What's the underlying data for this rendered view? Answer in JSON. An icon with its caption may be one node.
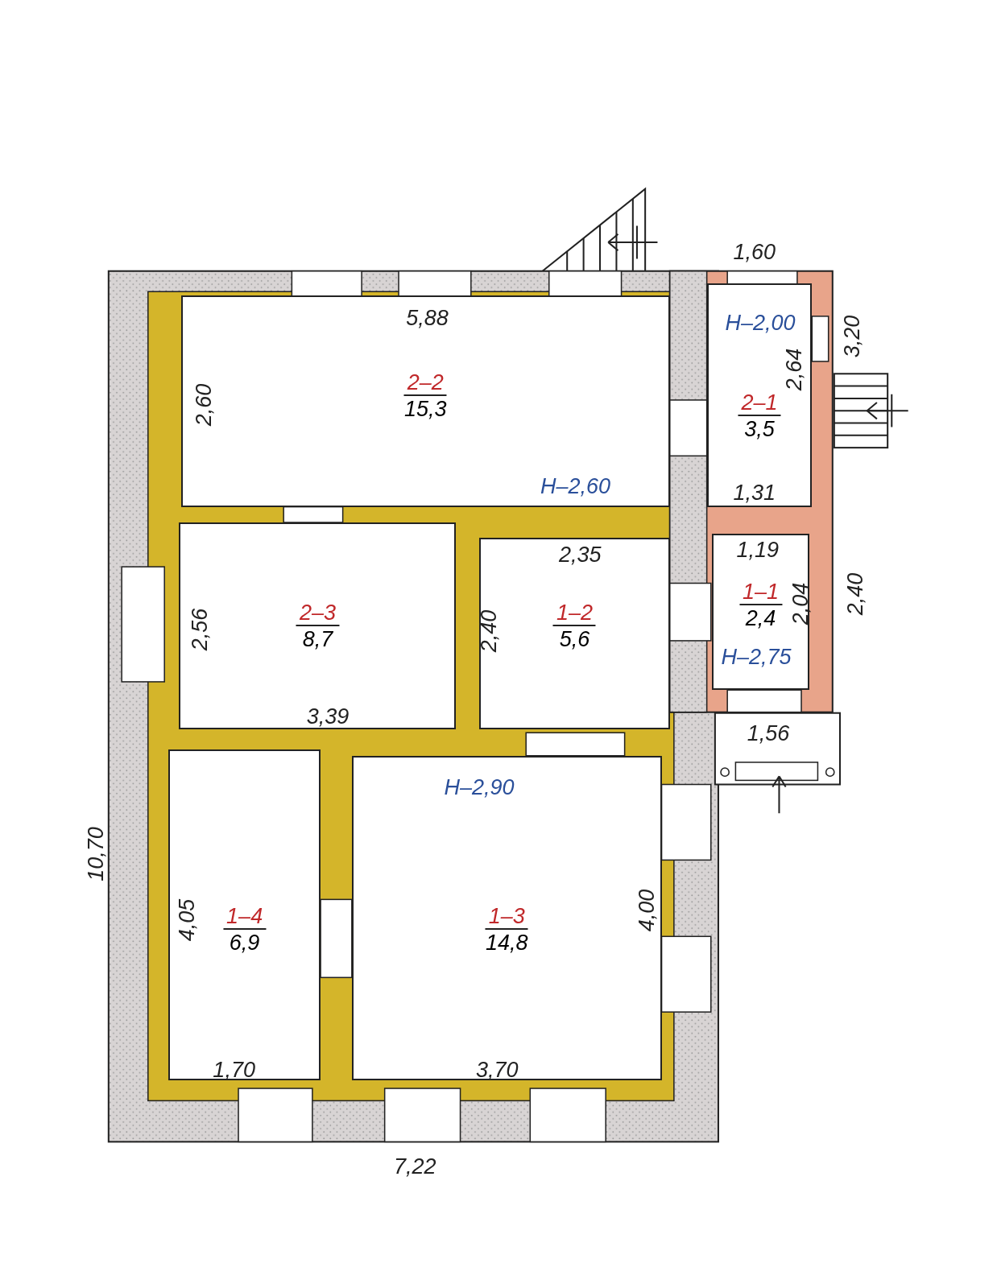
{
  "diagram": {
    "nodes": [
      {
        "text": [
          "2–2",
          "15,3"
        ]
      },
      {
        "text": [
          "2–1",
          "3,5"
        ]
      },
      {
        "text": [
          "2–3",
          "8,7"
        ]
      },
      {
        "text": [
          "1–2",
          "5,6"
        ]
      },
      {
        "text": [
          "1–1",
          "2,4"
        ]
      },
      {
        "text": [
          "1–4",
          "6,9"
        ]
      },
      {
        "text": [
          "1–3",
          "14,8"
        ]
      }
    ],
    "labels": [
      "1,60",
      "5,88",
      "Н–2,00",
      "3,20",
      "2,60",
      "2,64",
      "Н–2,60",
      "1,31",
      "2,35",
      "1,19",
      "2,56",
      "2,40",
      "2,04",
      "2,40",
      "Н–2,75",
      "3,39",
      "1,56",
      "10,70",
      "Н–2,90",
      "4,05",
      "4,00",
      "1,70",
      "3,70",
      "7,22"
    ]
  }
}
